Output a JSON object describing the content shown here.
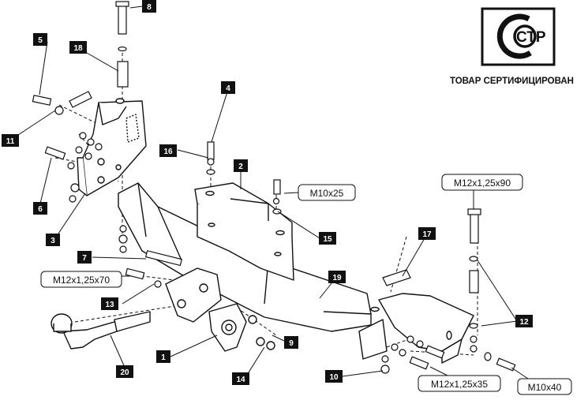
{
  "certification": {
    "mark_letters": "СТР",
    "text": "ТОВАР СЕРТИФИЦИРОВАН"
  },
  "part_numbers": [
    "1",
    "2",
    "3",
    "4",
    "5",
    "6",
    "7",
    "8",
    "9",
    "10",
    "11",
    "12",
    "13",
    "14",
    "15",
    "16",
    "17",
    "18",
    "19",
    "20"
  ],
  "fastener_sizes": {
    "top_bolt": "M10x25",
    "right_long_bolt": "M12x1,25x90",
    "left_long_bolt": "M12x1,25x70",
    "bottom_bolt_center": "M12x1,25x35",
    "bottom_bolt_right": "M10x40"
  },
  "colors": {
    "ink": "#111111",
    "label_fill": "#111111",
    "label_text": "#ffffff",
    "background": "#ffffff"
  }
}
